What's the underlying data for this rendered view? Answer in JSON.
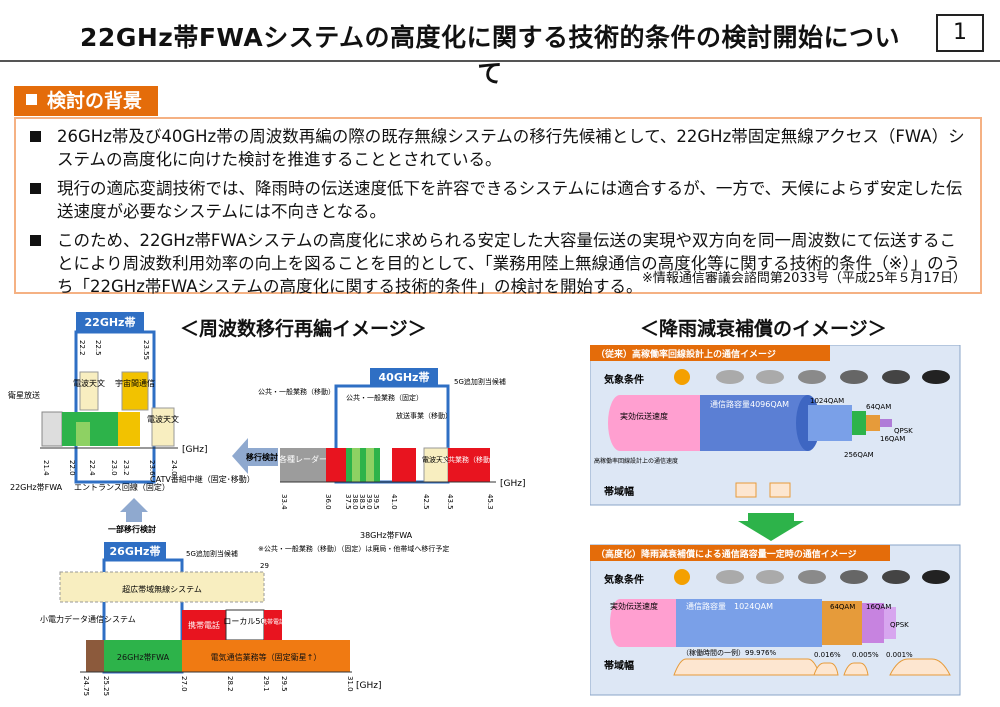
{
  "title": "22GHz帯FWAシステムの高度化に関する技術的条件の検討開始について",
  "page_number": "1",
  "section": {
    "label": "検討の背景"
  },
  "bullets": [
    "26GHz帯及び40GHz帯の周波数再編の際の既存無線システムの移行先候補として、22GHz帯固定無線アクセス（FWA）システムの高度化に向けた検討を推進することとされている。",
    "現行の適応変調技術では、降雨時の伝送速度低下を許容できるシステムには適合するが、一方で、天候によらず安定した伝送速度が必要なシステムには不向きとなる。",
    "このため、22GHz帯FWAシステムの高度化に求められる安定した大容量伝送の実現や双方向を同一周波数にて伝送することにより周波数利用効率の向上を図ることを目的として、「業務用陸上無線通信の高度化等に関する技術的条件（※）」のうち「22GHz帯FWAシステムの高度化に関する技術的条件」の検討を開始する。"
  ],
  "note": "※情報通信審議会諮問第2033号（平成25年５月17日）",
  "freq_image": {
    "title": "＜周波数移行再編イメージ＞",
    "b22_label": "22GHz帯",
    "b40_label": "40GHz帯",
    "b26_label": "26GHz帯",
    "ghz_unit": "[GHz]",
    "ghz_unit_bracket": "[GHz]",
    "ticks22": [
      "21.4",
      "22.0",
      "22.2",
      "22.4",
      "22.5",
      "23.0",
      "23.2",
      "23.55",
      "23.6",
      "24.0"
    ],
    "ticks40": [
      "33.4",
      "36.0",
      "37.5",
      "38.0",
      "38.5",
      "39.0",
      "39.5",
      "41.0",
      "42.5",
      "43.5",
      "45.3"
    ],
    "ticks26": [
      "24.75",
      "25.25",
      "27.0",
      "28.2",
      "29.1",
      "29.5",
      "31.0",
      "29"
    ],
    "labels": {
      "eisei_hoso": "衛星放送",
      "denpa_tenmon": "電波天文",
      "uchu_kan": "宇宙間通信",
      "denpa_tenmon2": "電波天文",
      "fwa22": "22GHz帯FWA",
      "entrance": "エントランス回線（固定）",
      "catv": "CATV番組中継（固定･移動）",
      "kokyo1": "公共・一般業務（移動）",
      "kokyo2": "公共・一般業務（固定）",
      "hoso_jigyo": "放送事業（移動）",
      "kakushu_radar": "各種レーダー",
      "denpa_tenmon40": "電波天文",
      "kokyo_gyomu": "公共業務（移動）",
      "g5_40": "5G追加割当候補",
      "fwa38": "38GHz帯FWA",
      "note40": "※公共・一般業務（移動）（固定）は廃局・他帯域へ移行予定",
      "iko_kento": "移行検討",
      "ichibu_iko": "一部移行検討",
      "g5_26": "5G追加割当候補",
      "chokotaiiki": "超広帯域無線システム",
      "kodenryoku": "小電力データ通信システム",
      "fwa26": "26GHz帯FWA",
      "keitai": "携帯電話",
      "local5g": "ローカル5G",
      "keitai2": "携帯電話",
      "denki_tsushin": "電気通信業務等（固定衛星↑）"
    }
  },
  "rain_image": {
    "title": "＜降雨減衰補償のイメージ＞",
    "panel1_title": "（従来）高稼働率回線設計上の通信イメージ",
    "panel2_title": "（高度化）降雨減衰補償による通信路容量一定時の通信イメージ",
    "weather_label": "気象条件",
    "band_label": "帯域幅",
    "actual_speed": "実効伝送速度",
    "capacity": "通信路容量",
    "design_speed": "高稼働率回線設計上の通信速度",
    "p1_mod": [
      "4096QAM",
      "1024QAM",
      "64QAM",
      "256QAM",
      "16QAM",
      "QPSK"
    ],
    "p2_cap": "通信路容量　1024QAM",
    "p2_mod": [
      "64QAM",
      "16QAM",
      "QPSK"
    ],
    "p2_pct": [
      "（稼働時間の一例）99.976%",
      "0.016%",
      "0.005%",
      "0.001%"
    ],
    "colors": {
      "blue": "#5b7fd4",
      "pink": "#ff7fbf",
      "green": "#2db34a",
      "orange": "#e69b3a",
      "purple": "#b07cd8"
    }
  }
}
